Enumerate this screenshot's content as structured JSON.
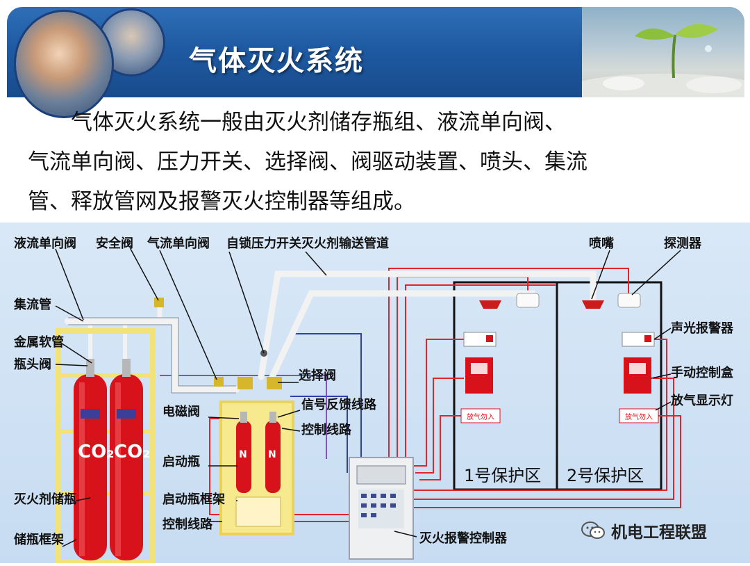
{
  "title": "气体灭火系统",
  "intro_lines": [
    "气体灭火系统一般由灭火剂储存瓶组、液流单向阀、",
    "气流单向阀、压力开关、选择阀、阀驱动装置、喷头、集流",
    "管、释放管网及报警灭火控制器等组成。"
  ],
  "labels": {
    "liquid_check_valve": "液流单向阀",
    "safety_valve": "安全阀",
    "gas_check_valve": "气流单向阀",
    "pressure_switch": "自锁压力开关",
    "delivery_pipe": "灭火剂输送管道",
    "nozzle": "喷嘴",
    "detector": "探测器",
    "manifold": "集流管",
    "metal_hose": "金属软管",
    "bottle_valve": "瓶头阀",
    "selector_valve": "选择阀",
    "solenoid_valve": "电磁阀",
    "signal_feedback_line": "信号反馈线路",
    "control_line_1": "控制线路",
    "start_bottle": "启动瓶",
    "start_bottle_frame": "启动瓶框架",
    "control_line_2": "控制线路",
    "agent_storage_bottle": "灭火剂储瓶",
    "bottle_frame": "储瓶框架",
    "sound_light_alarm": "声光报警器",
    "manual_control_box": "手动控制盒",
    "gas_release_lamp": "放气显示灯",
    "controller": "灭火报警控制器",
    "zone1": "1号保护区",
    "zone2": "2号保护区",
    "co2_mark": "CO₂",
    "n2_mark": "N",
    "release_sign": "放气勿入"
  },
  "watermark": "机电工程联盟",
  "colors": {
    "pipe": "#f2f2f2",
    "bottle_red": "#d8121a",
    "frame_yellow": "#f2e27a",
    "wire_red": "#e0262c",
    "wire_blue": "#2e3fb0",
    "header_blue": "#1e5aa2"
  }
}
